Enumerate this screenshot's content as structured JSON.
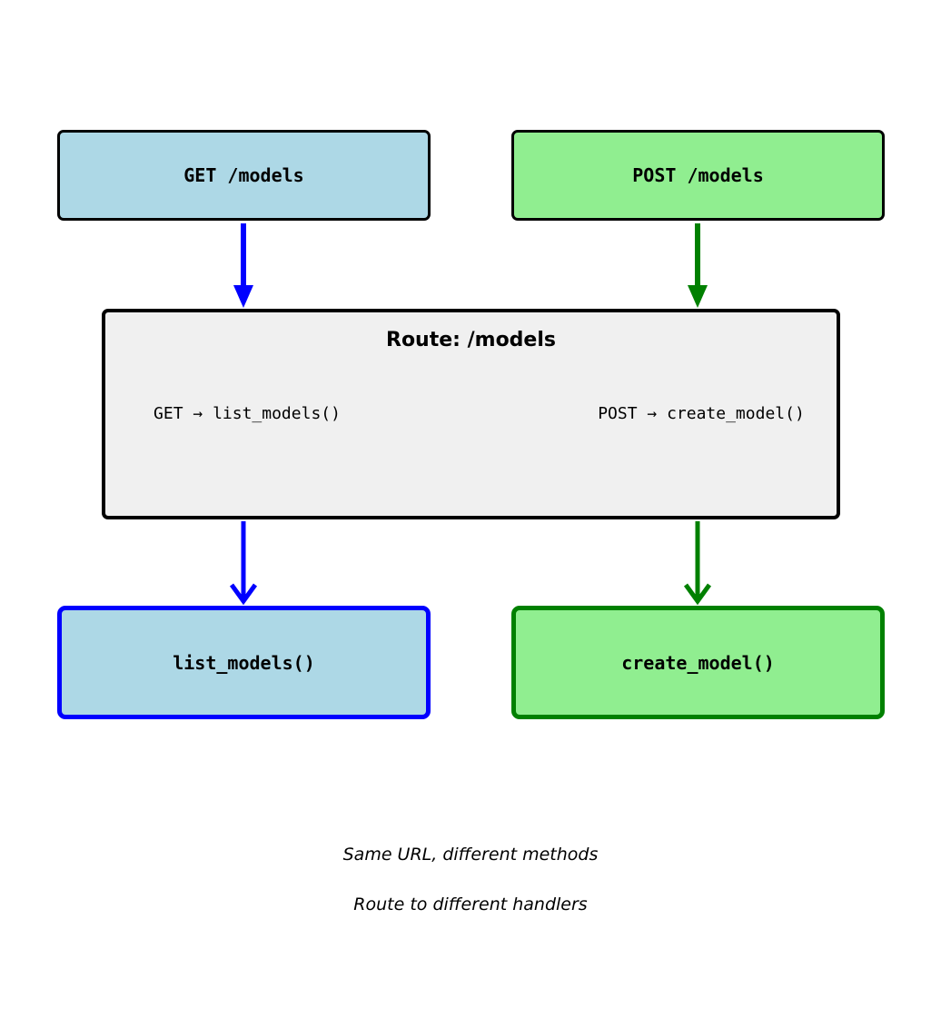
{
  "colors": {
    "get_fill": "#ADD8E6",
    "get_accent": "#0000FF",
    "post_fill": "#90EE90",
    "post_accent": "#008000",
    "route_fill": "#F0F0F0",
    "edge_black": "#000000",
    "background": "#FFFFFF"
  },
  "nodes": {
    "get_request": {
      "label": "GET /models"
    },
    "post_request": {
      "label": "POST /models"
    },
    "route": {
      "title": "Route: /models",
      "get_mapping": "GET → list_models()",
      "post_mapping": "POST → create_model()"
    },
    "get_handler": {
      "label": "list_models()"
    },
    "post_handler": {
      "label": "create_model()"
    }
  },
  "captions": [
    "Same URL, different methods",
    "Route to different handlers"
  ]
}
